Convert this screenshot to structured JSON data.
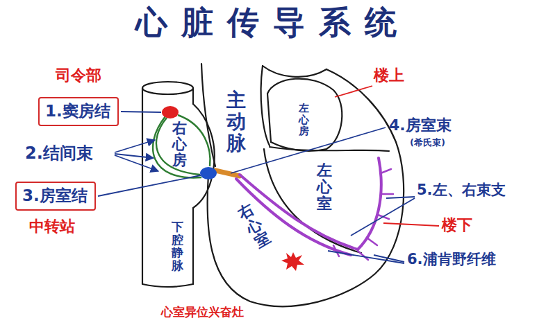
{
  "diagram": {
    "title": "心脏传导系统",
    "nodes": [
      {
        "text": [
          "1.窦房结"
        ]
      },
      {
        "text": [
          "3.房室结"
        ]
      }
    ],
    "labels": [
      "司令部",
      "2.结间束",
      "中转站",
      "主动脉",
      "左心房",
      "右心房",
      "下腔静脉",
      "右心室",
      "左心室",
      "楼上",
      "4.房室束",
      "(希氏束)",
      "5.左、右束支",
      "楼下",
      "6.浦肯野纤维",
      "心室异位兴奋灶"
    ]
  }
}
